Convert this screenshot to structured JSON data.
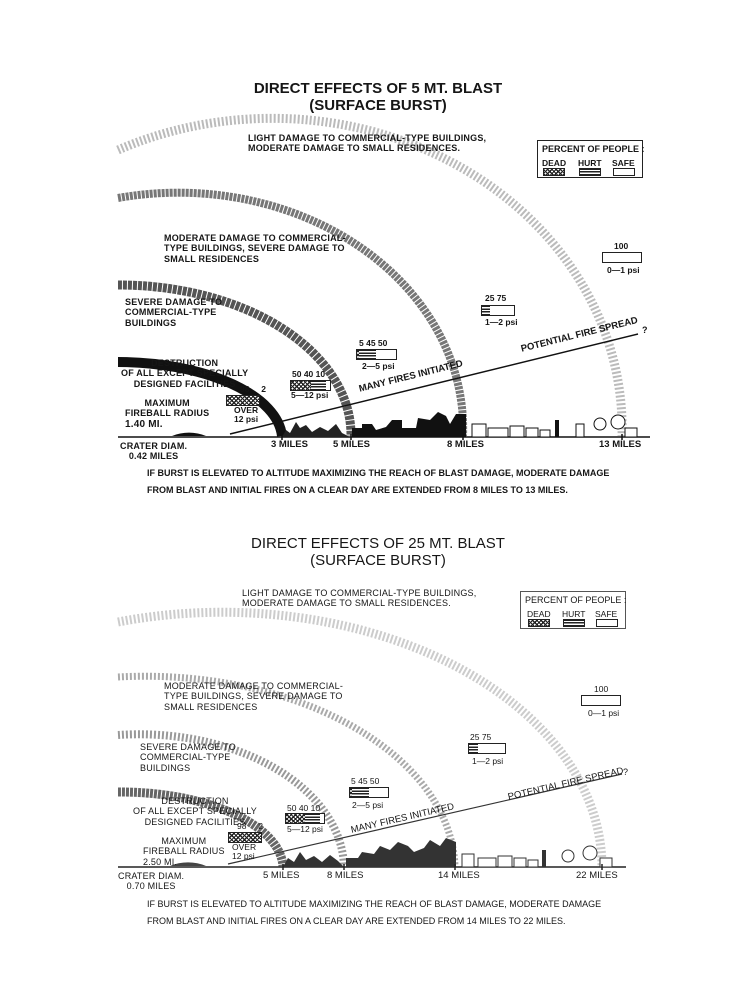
{
  "diagrams": [
    {
      "title_line1": "DIRECT EFFECTS OF 5 MT. BLAST",
      "title_line2": "(SURFACE BURST)",
      "ring_labels": {
        "light": [
          "LIGHT DAMAGE TO COMMERCIAL-TYPE BUILDINGS,",
          "MODERATE DAMAGE TO SMALL RESIDENCES."
        ],
        "moderate": [
          "MODERATE DAMAGE TO COMMERCIAL-",
          "TYPE BUILDINGS, SEVERE DAMAGE TO",
          "SMALL RESIDENCES"
        ],
        "severe": [
          "SEVERE DAMAGE TO",
          "COMMERCIAL-TYPE",
          "BUILDINGS"
        ],
        "destruction": [
          "DESTRUCTION",
          "OF ALL EXCEPT SPECIALLY",
          "DESIGNED FACILITIES"
        ],
        "fireball": [
          "MAXIMUM",
          "FIREBALL RADIUS",
          "1.40 MI."
        ],
        "crater": [
          "CRATER DIAM.",
          "0.42 MILES"
        ]
      },
      "legend": {
        "title": "PERCENT OF PEOPLE :",
        "dead": "DEAD",
        "hurt": "HURT",
        "safe": "SAFE"
      },
      "zones": [
        {
          "pct_label": "98     2",
          "dead": 98,
          "hurt": 2,
          "safe": 0,
          "psi": "OVER\n12 psi"
        },
        {
          "pct_label": "50 40 10",
          "dead": 50,
          "hurt": 40,
          "safe": 10,
          "psi": "5—12 psi"
        },
        {
          "pct_label": "5 45 50",
          "dead": 5,
          "hurt": 45,
          "safe": 50,
          "psi": "2—5 psi"
        },
        {
          "pct_label": "25 75",
          "dead": 0,
          "hurt": 25,
          "safe": 75,
          "psi": "1—2 psi"
        },
        {
          "pct_label": "100",
          "dead": 0,
          "hurt": 0,
          "safe": 100,
          "psi": "0—1 psi"
        }
      ],
      "fire_labels": {
        "initiated": "MANY FIRES INITIATED",
        "spread": "POTENTIAL FIRE SPREAD",
        "question": "?"
      },
      "distances": [
        "3 MILES",
        "5 MILES",
        "8 MILES",
        "13 MILES"
      ],
      "note": [
        "IF BURST IS ELEVATED TO ALTITUDE MAXIMIZING THE REACH OF BLAST DAMAGE, MODERATE DAMAGE",
        "FROM BLAST AND INITIAL FIRES ON A CLEAR DAY ARE EXTENDED FROM 8 MILES TO 13 MILES."
      ]
    },
    {
      "title_line1": "DIRECT EFFECTS OF 25 MT. BLAST",
      "title_line2": "(SURFACE BURST)",
      "ring_labels": {
        "light": [
          "LIGHT DAMAGE TO COMMERCIAL-TYPE BUILDINGS,",
          "MODERATE DAMAGE TO SMALL RESIDENCES."
        ],
        "moderate": [
          "MODERATE DAMAGE TO COMMERCIAL-",
          "TYPE BUILDINGS, SEVERE DAMAGE TO",
          "SMALL RESIDENCES"
        ],
        "severe": [
          "SEVERE DAMAGE TO",
          "COMMERCIAL-TYPE",
          "BUILDINGS"
        ],
        "destruction": [
          "DESTRUCTION",
          "OF ALL EXCEPT SPECIALLY",
          "DESIGNED FACILITIES"
        ],
        "fireball": [
          "MAXIMUM",
          "FIREBALL RADIUS",
          "2.50 MI."
        ],
        "crater": [
          "CRATER DIAM.",
          "0.70 MILES"
        ]
      },
      "legend": {
        "title": "PERCENT OF PEOPLE :",
        "dead": "DEAD",
        "hurt": "HURT",
        "safe": "SAFE"
      },
      "zones": [
        {
          "pct_label": "98     2",
          "dead": 98,
          "hurt": 2,
          "safe": 0,
          "psi": "OVER\n12 psi"
        },
        {
          "pct_label": "50 40 10",
          "dead": 50,
          "hurt": 40,
          "safe": 10,
          "psi": "5—12 psi"
        },
        {
          "pct_label": "5 45 50",
          "dead": 5,
          "hurt": 45,
          "safe": 50,
          "psi": "2—5 psi"
        },
        {
          "pct_label": "25 75",
          "dead": 0,
          "hurt": 25,
          "safe": 75,
          "psi": "1—2 psi"
        },
        {
          "pct_label": "100",
          "dead": 0,
          "hurt": 0,
          "safe": 100,
          "psi": "0—1 psi"
        }
      ],
      "fire_labels": {
        "initiated": "MANY FIRES INITIATED",
        "spread": "POTENTIAL FIRE SPREAD",
        "question": "?"
      },
      "distances": [
        "5 MILES",
        "8 MILES",
        "14 MILES",
        "22 MILES"
      ],
      "note": [
        "IF BURST IS ELEVATED TO ALTITUDE MAXIMIZING THE REACH OF BLAST DAMAGE, MODERATE DAMAGE",
        "FROM BLAST AND INITIAL FIRES ON A CLEAR DAY ARE EXTENDED FROM 14 MILES TO 22 MILES."
      ]
    }
  ]
}
